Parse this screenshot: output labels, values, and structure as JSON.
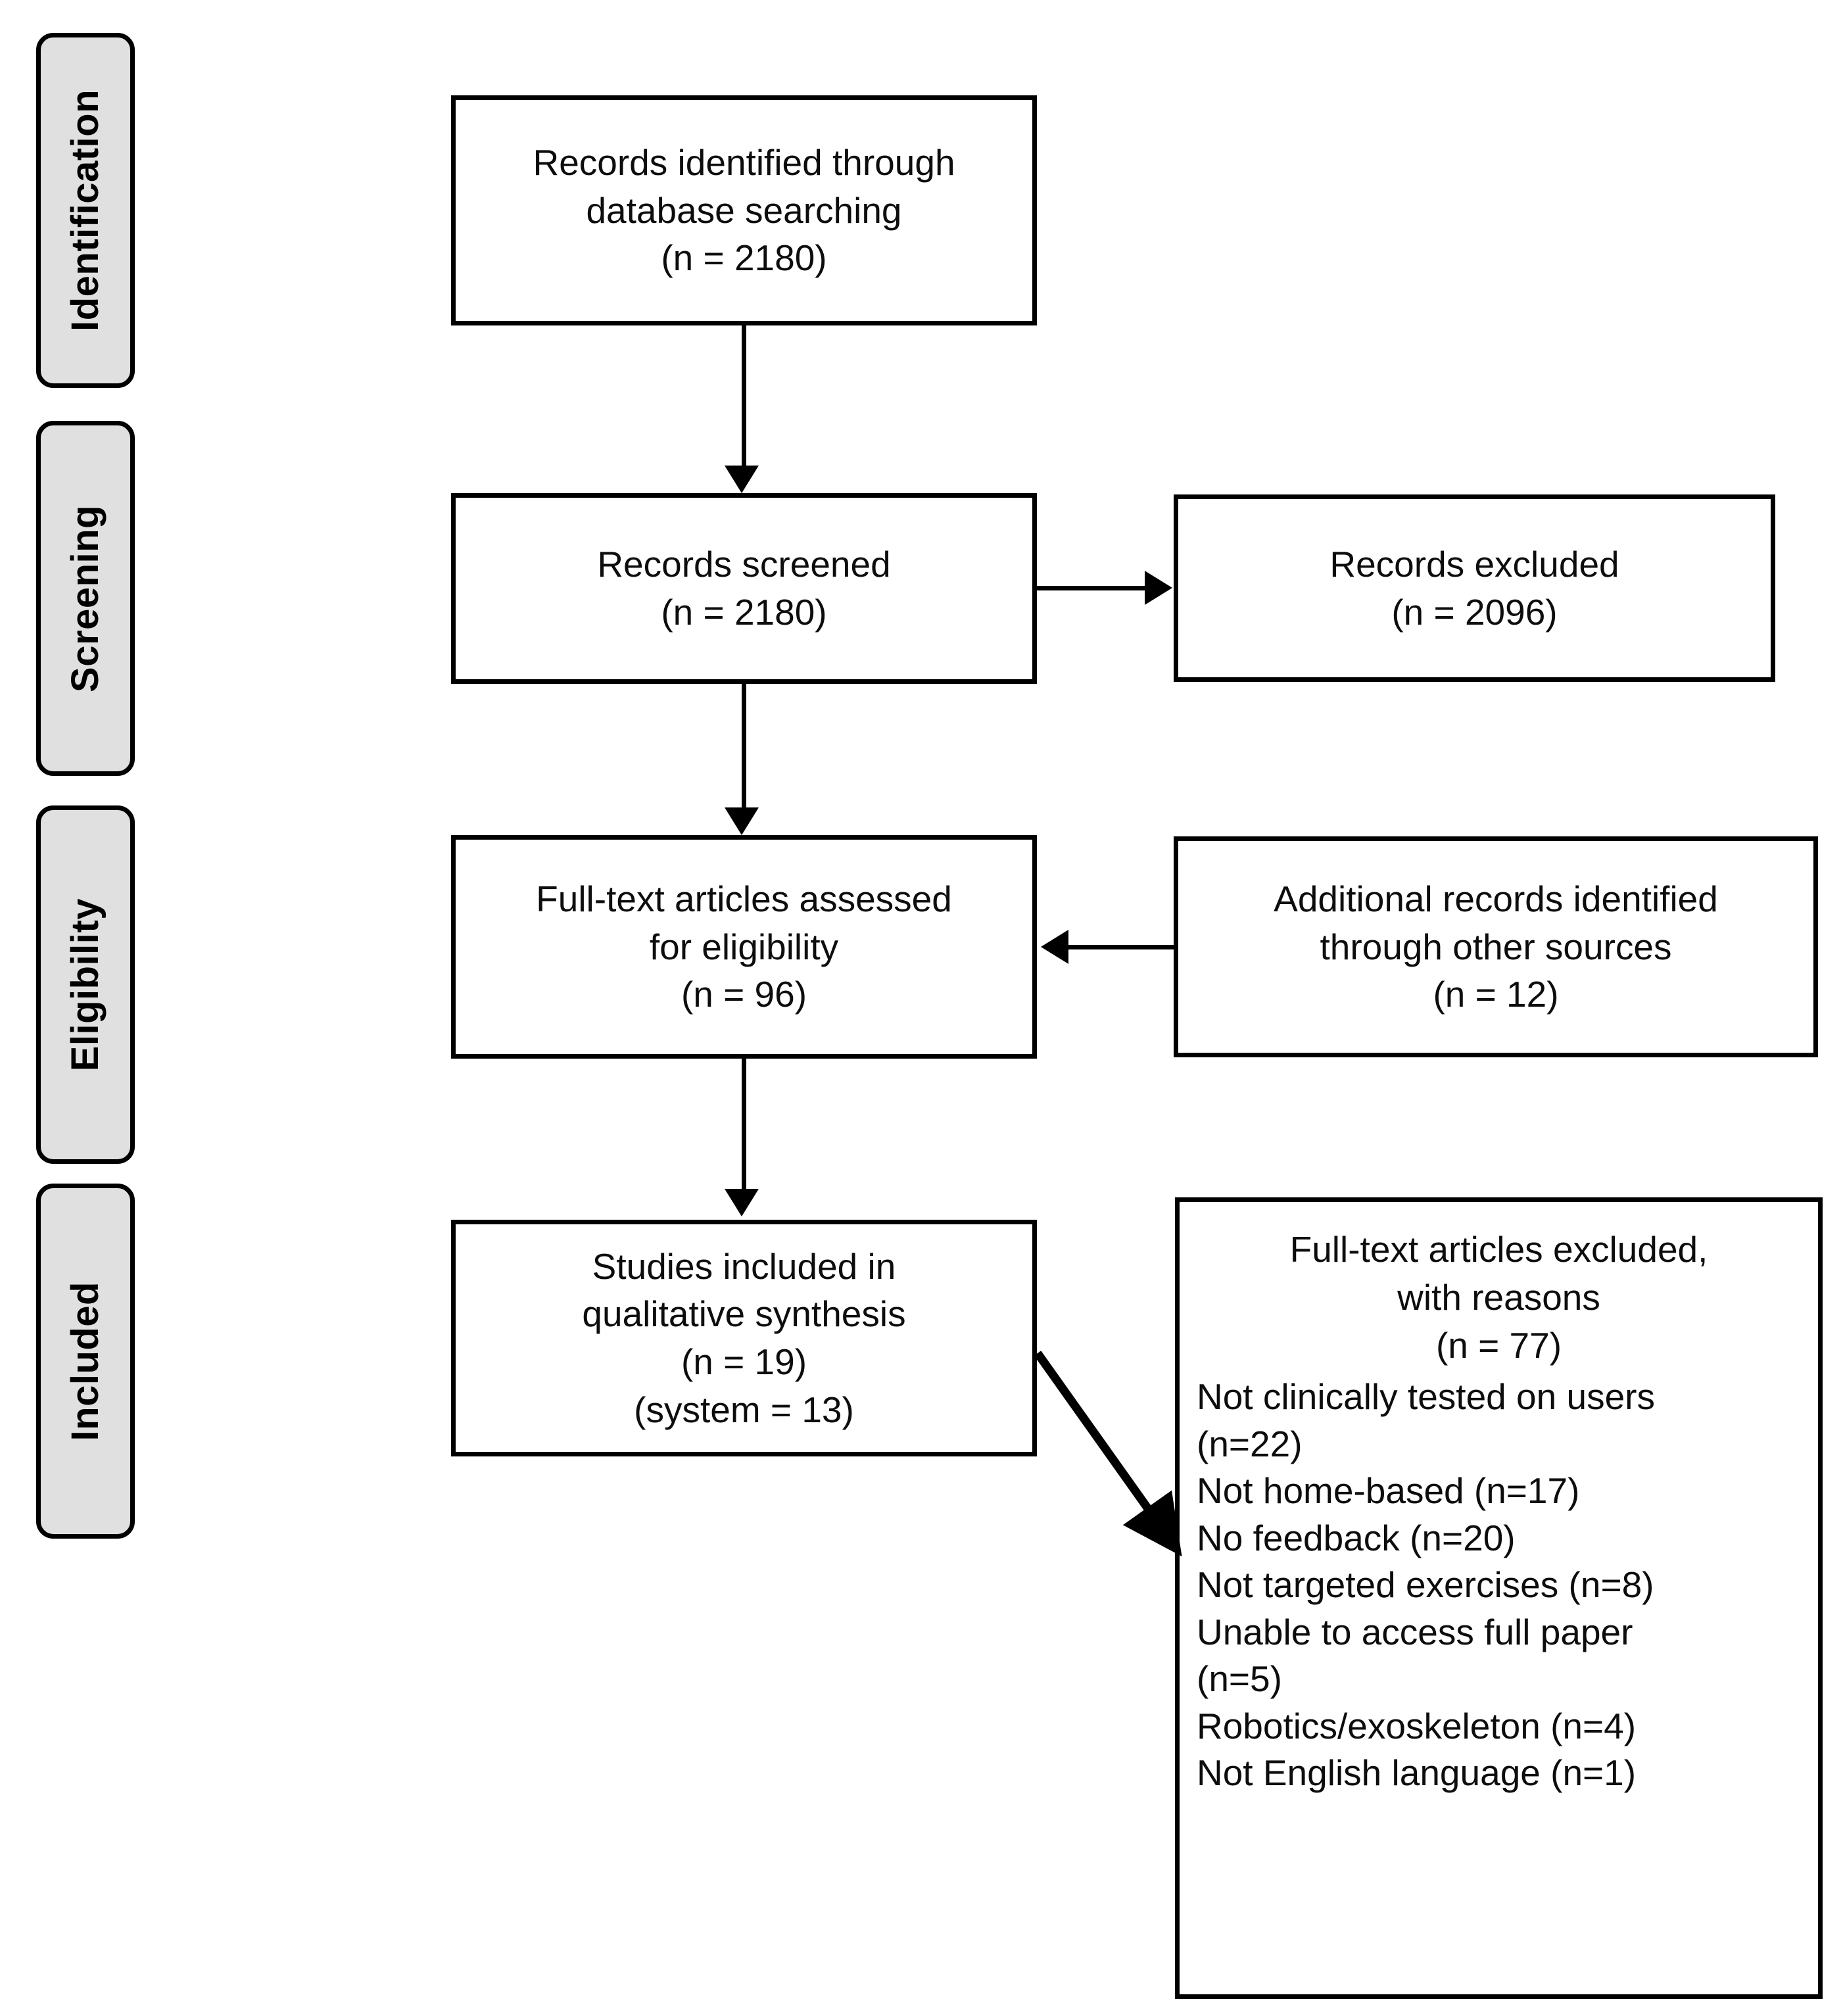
{
  "diagram": {
    "type": "prisma-flow-diagram",
    "stages": [
      {
        "id": "identification",
        "label": "Identification"
      },
      {
        "id": "screening",
        "label": "Screening"
      },
      {
        "id": "eligibility",
        "label": "Eligibility"
      },
      {
        "id": "included",
        "label": "Included"
      }
    ],
    "boxes": {
      "records_identified": {
        "text": "Records identified through\ndatabase searching\n(n = 2180)",
        "count_label": "(n = 2180)"
      },
      "records_screened": {
        "text": "Records screened\n(n = 2180)",
        "count_label": "(n = 2180)"
      },
      "records_excluded": {
        "text": "Records excluded\n(n = 2096)",
        "count_label": "(n = 2096)"
      },
      "fulltext_assessed": {
        "text": "Full-text articles assessed\nfor eligibility\n(n = 96)",
        "count_label": "(n = 96)"
      },
      "additional_records": {
        "text": "Additional records identified\nthrough other sources\n(n = 12)",
        "count_label": "(n = 12)"
      },
      "studies_included": {
        "text": "Studies included in\nqualitative synthesis\n(n = 19)\n(system = 13)",
        "count_label": "(n = 19)",
        "system_label": "(system = 13)"
      },
      "fulltext_excluded": {
        "heading": "Full-text articles excluded,\nwith reasons\n(n = 77)",
        "count_label": "(n = 77)",
        "reasons": [
          "Not clinically tested on users",
          "(n=22)",
          "Not home-based (n=17)",
          "No feedback (n=20)",
          "Not targeted exercises (n=8)",
          "Unable to access full paper",
          "(n=5)",
          "Robotics/exoskeleton (n=4)",
          "Not English language (n=1)"
        ]
      }
    },
    "colors": {
      "stroke": "#000000",
      "stage_fill": "#e0e0e0",
      "box_fill": "#ffffff",
      "text": "#0d0d0d"
    }
  },
  "chart_data": {
    "type": "diagram",
    "title": "PRISMA flow diagram",
    "nodes": [
      {
        "id": "records_identified",
        "stage": "Identification",
        "label": "Records identified through database searching",
        "n": 2180
      },
      {
        "id": "records_screened",
        "stage": "Screening",
        "label": "Records screened",
        "n": 2180
      },
      {
        "id": "records_excluded",
        "stage": "Screening",
        "label": "Records excluded",
        "n": 2096
      },
      {
        "id": "fulltext_assessed",
        "stage": "Eligibility",
        "label": "Full-text articles assessed for eligibility",
        "n": 96
      },
      {
        "id": "additional_records",
        "stage": "Eligibility",
        "label": "Additional records identified through other sources",
        "n": 12
      },
      {
        "id": "studies_included",
        "stage": "Included",
        "label": "Studies included in qualitative synthesis",
        "n": 19,
        "system": 13
      },
      {
        "id": "fulltext_excluded",
        "stage": "Included",
        "label": "Full-text articles excluded, with reasons",
        "n": 77
      }
    ],
    "edges": [
      {
        "from": "records_identified",
        "to": "records_screened",
        "direction": "down"
      },
      {
        "from": "records_screened",
        "to": "records_excluded",
        "direction": "right"
      },
      {
        "from": "records_screened",
        "to": "fulltext_assessed",
        "direction": "down"
      },
      {
        "from": "additional_records",
        "to": "fulltext_assessed",
        "direction": "left"
      },
      {
        "from": "fulltext_assessed",
        "to": "studies_included",
        "direction": "down"
      },
      {
        "from": "studies_included",
        "to": "fulltext_excluded",
        "direction": "diagonal-down-right"
      }
    ],
    "exclusion_reasons": [
      {
        "reason": "Not clinically tested on users",
        "n": 22
      },
      {
        "reason": "Not home-based",
        "n": 17
      },
      {
        "reason": "No feedback",
        "n": 20
      },
      {
        "reason": "Not targeted exercises",
        "n": 8
      },
      {
        "reason": "Unable to access full paper",
        "n": 5
      },
      {
        "reason": "Robotics/exoskeleton",
        "n": 4
      },
      {
        "reason": "Not English language",
        "n": 1
      }
    ]
  }
}
